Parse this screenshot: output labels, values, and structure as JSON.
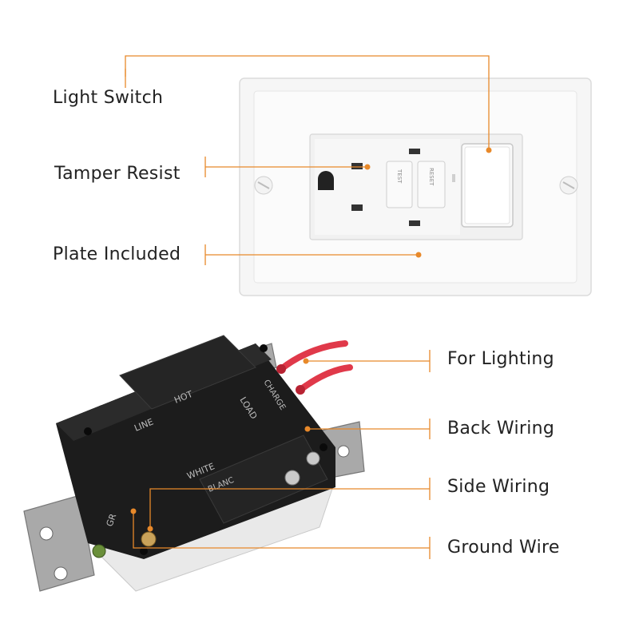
{
  "labels": {
    "light_switch": "Light Switch",
    "tamper_resist": "Tamper Resist",
    "plate_included": "Plate Included",
    "for_lighting": "For Lighting",
    "back_wiring": "Back Wiring",
    "side_wiring": "Side Wiring",
    "ground_wire": "Ground Wire"
  },
  "device_text": {
    "test": "TEST",
    "reset": "RESET",
    "line": "LINE",
    "load": "LOAD",
    "hot": "HOT",
    "white": "WHITE",
    "charge": "CHARGE",
    "blanc": "BLANC",
    "gr": "GR"
  },
  "colors": {
    "accent": "#e8892a",
    "plate": "#f4f4f4",
    "housing": "#1c1c1c",
    "wire": "#e0394a"
  }
}
